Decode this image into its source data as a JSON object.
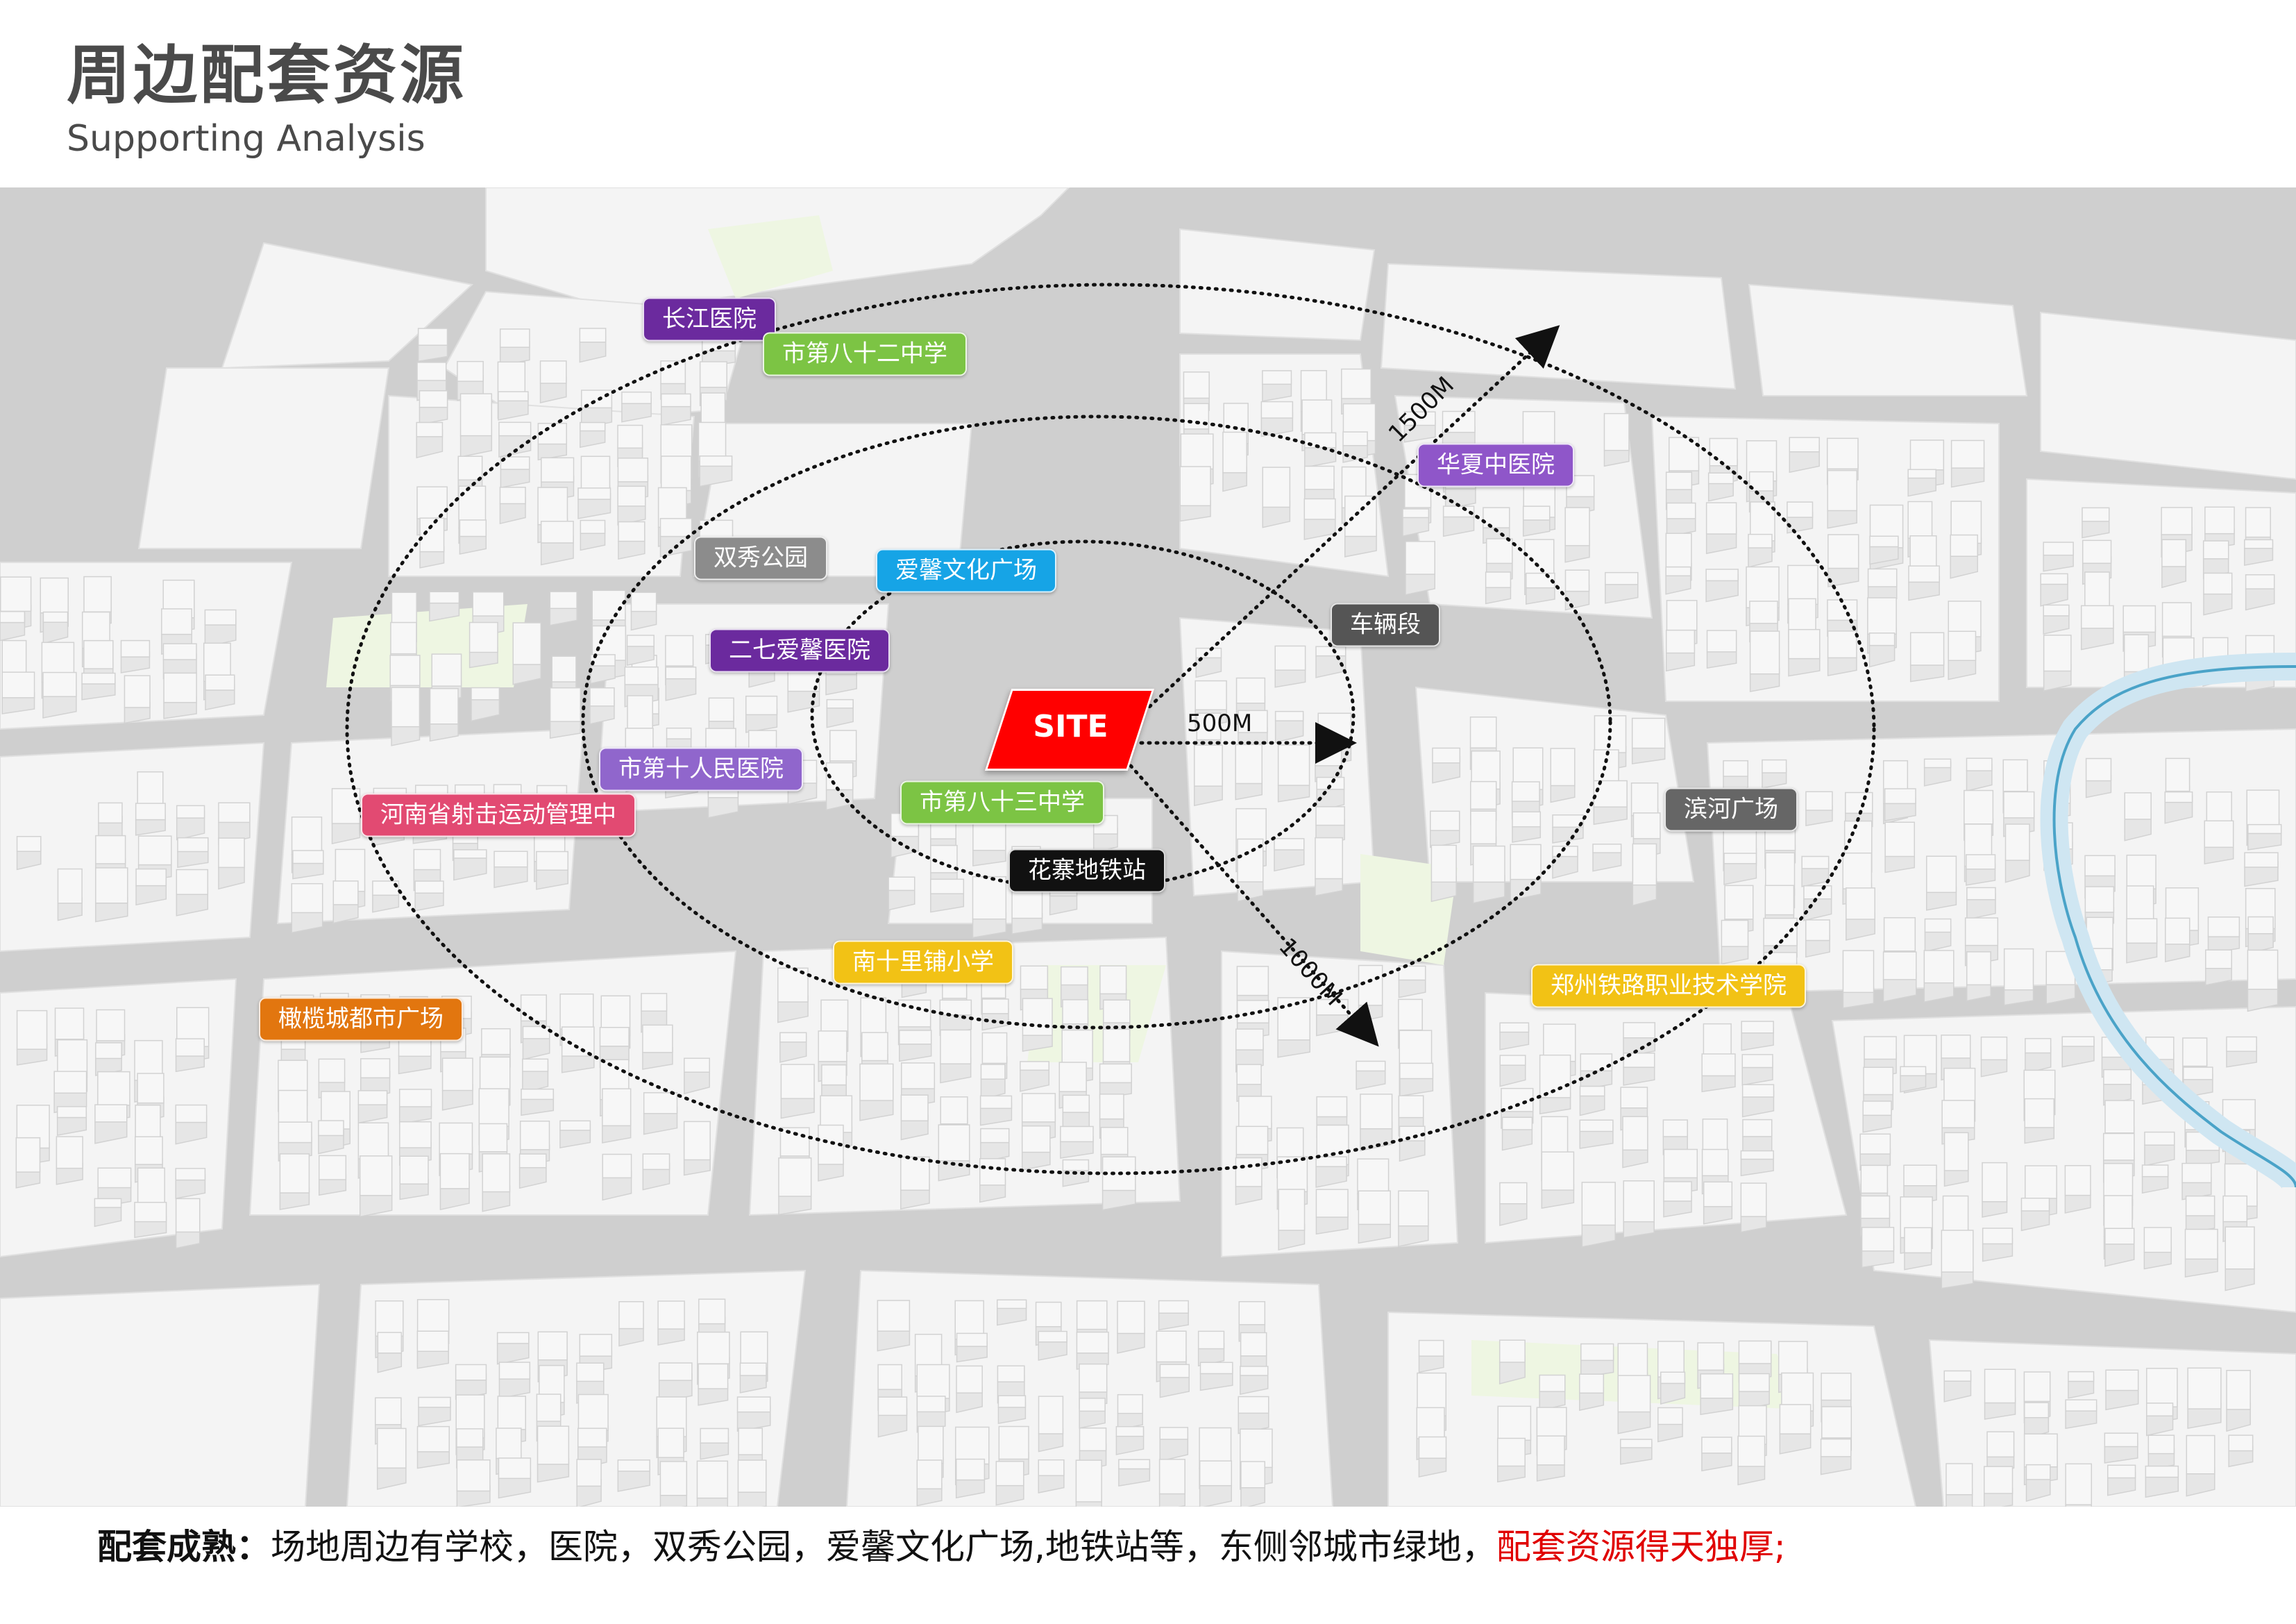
{
  "header": {
    "title": "周边配套资源",
    "subtitle": "Supporting Analysis"
  },
  "map": {
    "site_label": "SITE",
    "site_color": "#ff0000",
    "radii": [
      "500M",
      "1000M",
      "1500M"
    ],
    "labels": [
      {
        "text": "长江医院",
        "color": "#6b2a9e"
      },
      {
        "text": "市第八十二中学",
        "color": "#7cc444"
      },
      {
        "text": "华夏中医院",
        "color": "#8f56c9"
      },
      {
        "text": "双秀公园",
        "color": "#8c8c8c"
      },
      {
        "text": "爱馨文化广场",
        "color": "#16a4e6"
      },
      {
        "text": "车辆段",
        "color": "#555555"
      },
      {
        "text": "二七爱馨医院",
        "color": "#6b2a9e"
      },
      {
        "text": "市第十人民医院",
        "color": "#9066cc"
      },
      {
        "text": "河南省射击运动管理中",
        "color": "#e24a72"
      },
      {
        "text": "市第八十三中学",
        "color": "#7cc444"
      },
      {
        "text": "滨河广场",
        "color": "#666666"
      },
      {
        "text": "花寨地铁站",
        "color": "#111111"
      },
      {
        "text": "南十里铺小学",
        "color": "#f2c215"
      },
      {
        "text": "郑州铁路职业技术学院",
        "color": "#f2c215"
      },
      {
        "text": "橄榄城都市广场",
        "color": "#e2760f"
      }
    ],
    "colors": {
      "road": "#cfcfcf",
      "block": "#f4f4f4",
      "building": "#e6e6e6",
      "green": "#eef6e2",
      "river": "#4aa3c8"
    }
  },
  "footer": {
    "lead": "配套成熟：",
    "body": "场地周边有学校，医院，双秀公园，爱馨文化广场,地铁站等，东侧邻城市绿地，",
    "highlight": "配套资源得天独厚;"
  }
}
